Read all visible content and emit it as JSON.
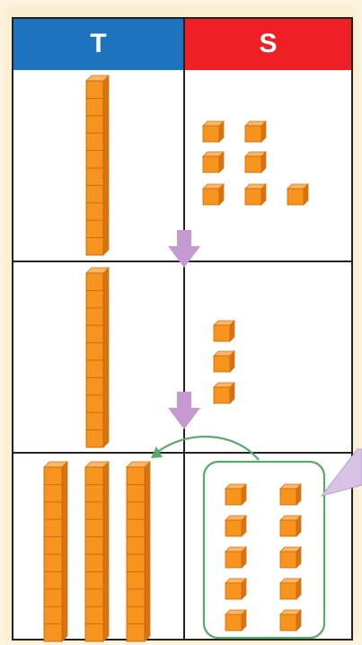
{
  "headers": {
    "tens": "T",
    "ones": "S"
  },
  "colors": {
    "tens_header": "#1d73bd",
    "ones_header": "#ee2026",
    "cube_fill": "#f7941d",
    "cube_top": "#fbb766",
    "cube_side": "#d8730f",
    "arrow": "#c49ad0",
    "regroup": "#5aa86a",
    "speech_bubble": "#d8c3e6"
  },
  "rows": [
    {
      "tens_rods": 1,
      "ones_cubes": 7
    },
    {
      "tens_rods": 1,
      "ones_cubes": 3
    },
    {
      "tens_rods": 3,
      "ones_cubes": 10
    }
  ],
  "icons": [
    "down-arrow-icon",
    "curved-arrow-icon",
    "speech-bubble-icon"
  ]
}
